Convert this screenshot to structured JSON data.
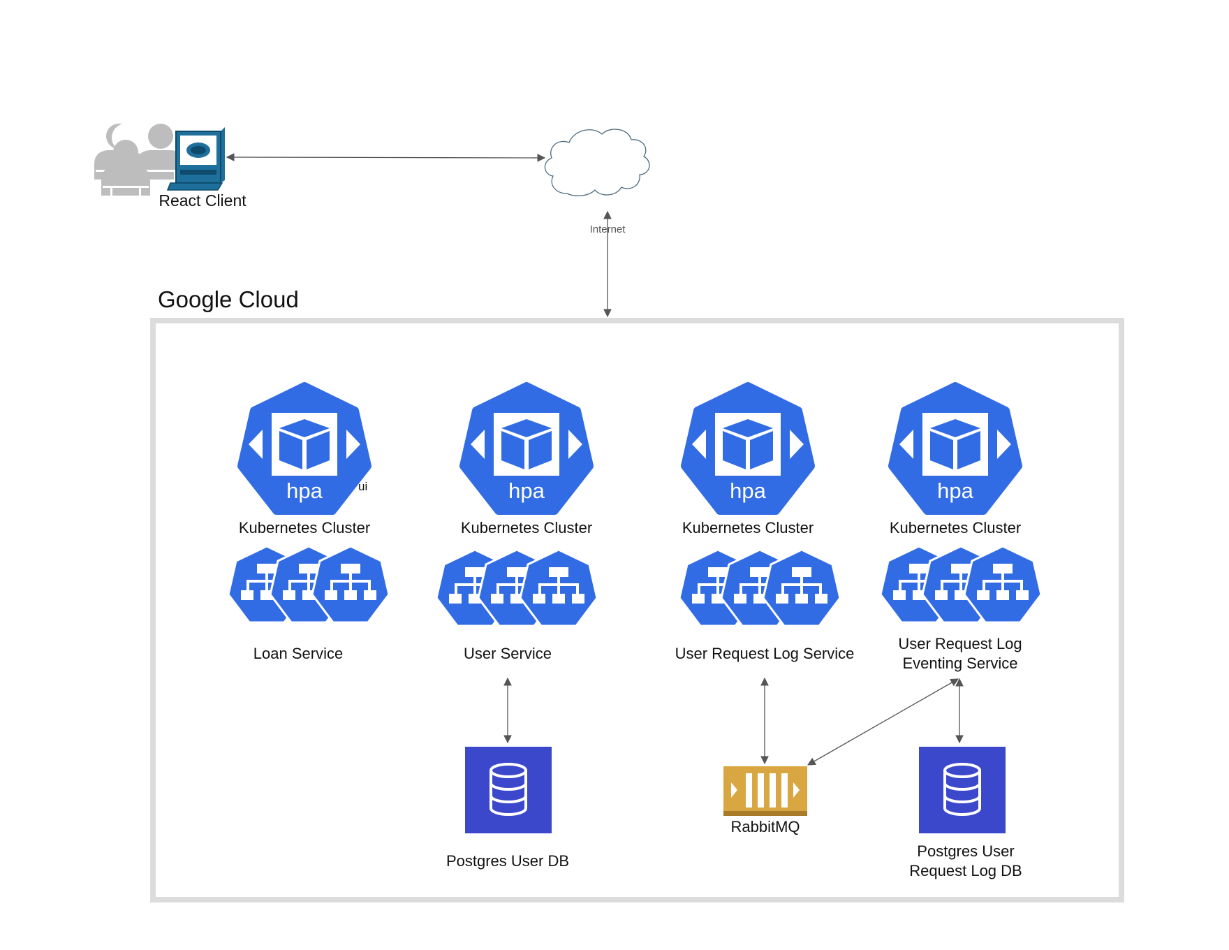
{
  "client": {
    "label": "React Client"
  },
  "cloud": {
    "internet_label": "Internet"
  },
  "google_cloud": {
    "title": "Google Cloud"
  },
  "clusters": [
    {
      "hpa": "hpa",
      "label": "Kubernetes Cluster",
      "service": "Loan Service",
      "tag": "ui"
    },
    {
      "hpa": "hpa",
      "label": "Kubernetes Cluster",
      "service": "User Service"
    },
    {
      "hpa": "hpa",
      "label": "Kubernetes Cluster",
      "service": "User Request Log Service"
    },
    {
      "hpa": "hpa",
      "label": "Kubernetes Cluster",
      "service": "User Request Log Eventing Service"
    }
  ],
  "datastores": {
    "user_db": "Postgres User DB",
    "queue": "RabbitMQ",
    "log_db": "Postgres User Request Log DB"
  },
  "colors": {
    "kubernetes": "#326ce5",
    "database": "#3b48cc",
    "queue": "#d9a741",
    "frame": "#dcdcdc",
    "arrow": "#555555",
    "user_icon": "#bdbdbd",
    "computer": "#1f6f9c"
  }
}
